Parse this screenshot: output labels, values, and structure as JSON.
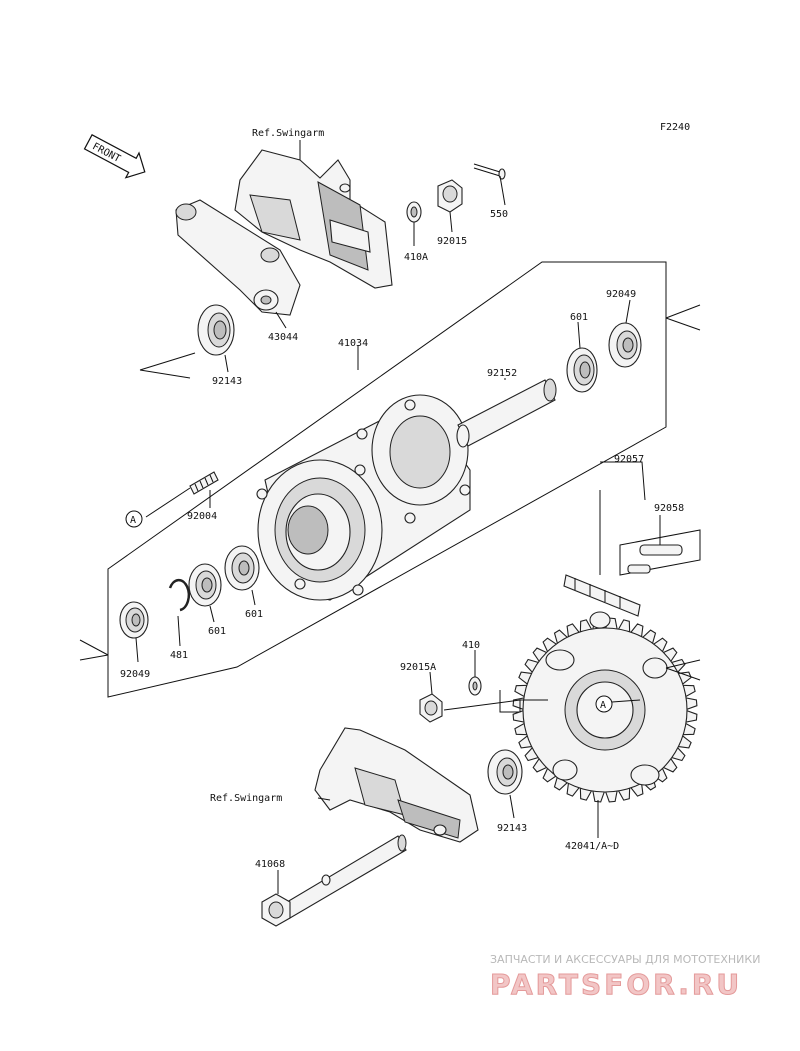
{
  "figure_code": "F2240",
  "front_label": "FRONT",
  "refs": {
    "swingarm_top": "Ref.Swingarm",
    "swingarm_bottom": "Ref.Swingarm"
  },
  "markers": {
    "a_left": "A",
    "a_right": "A"
  },
  "parts": {
    "p550": "550",
    "p92015": "92015",
    "p410a": "410A",
    "p43044": "43044",
    "p92143_top": "92143",
    "p41034": "41034",
    "p92049_top": "92049",
    "p601_top": "601",
    "p92152": "92152",
    "p92057": "92057",
    "p92058": "92058",
    "p92004": "92004",
    "p601_mid": "601",
    "p601_low": "601",
    "p481": "481",
    "p92049_bot": "92049",
    "p410": "410",
    "p92015a": "92015A",
    "p92143_bot": "92143",
    "p42041": "42041/A~D",
    "p41068": "41068"
  },
  "watermark": {
    "tagline": "ЗАПЧАСТИ И АКСЕССУАРЫ ДЛЯ МОТОТЕХНИКИ",
    "brand": "PARTSFOR.RU"
  }
}
